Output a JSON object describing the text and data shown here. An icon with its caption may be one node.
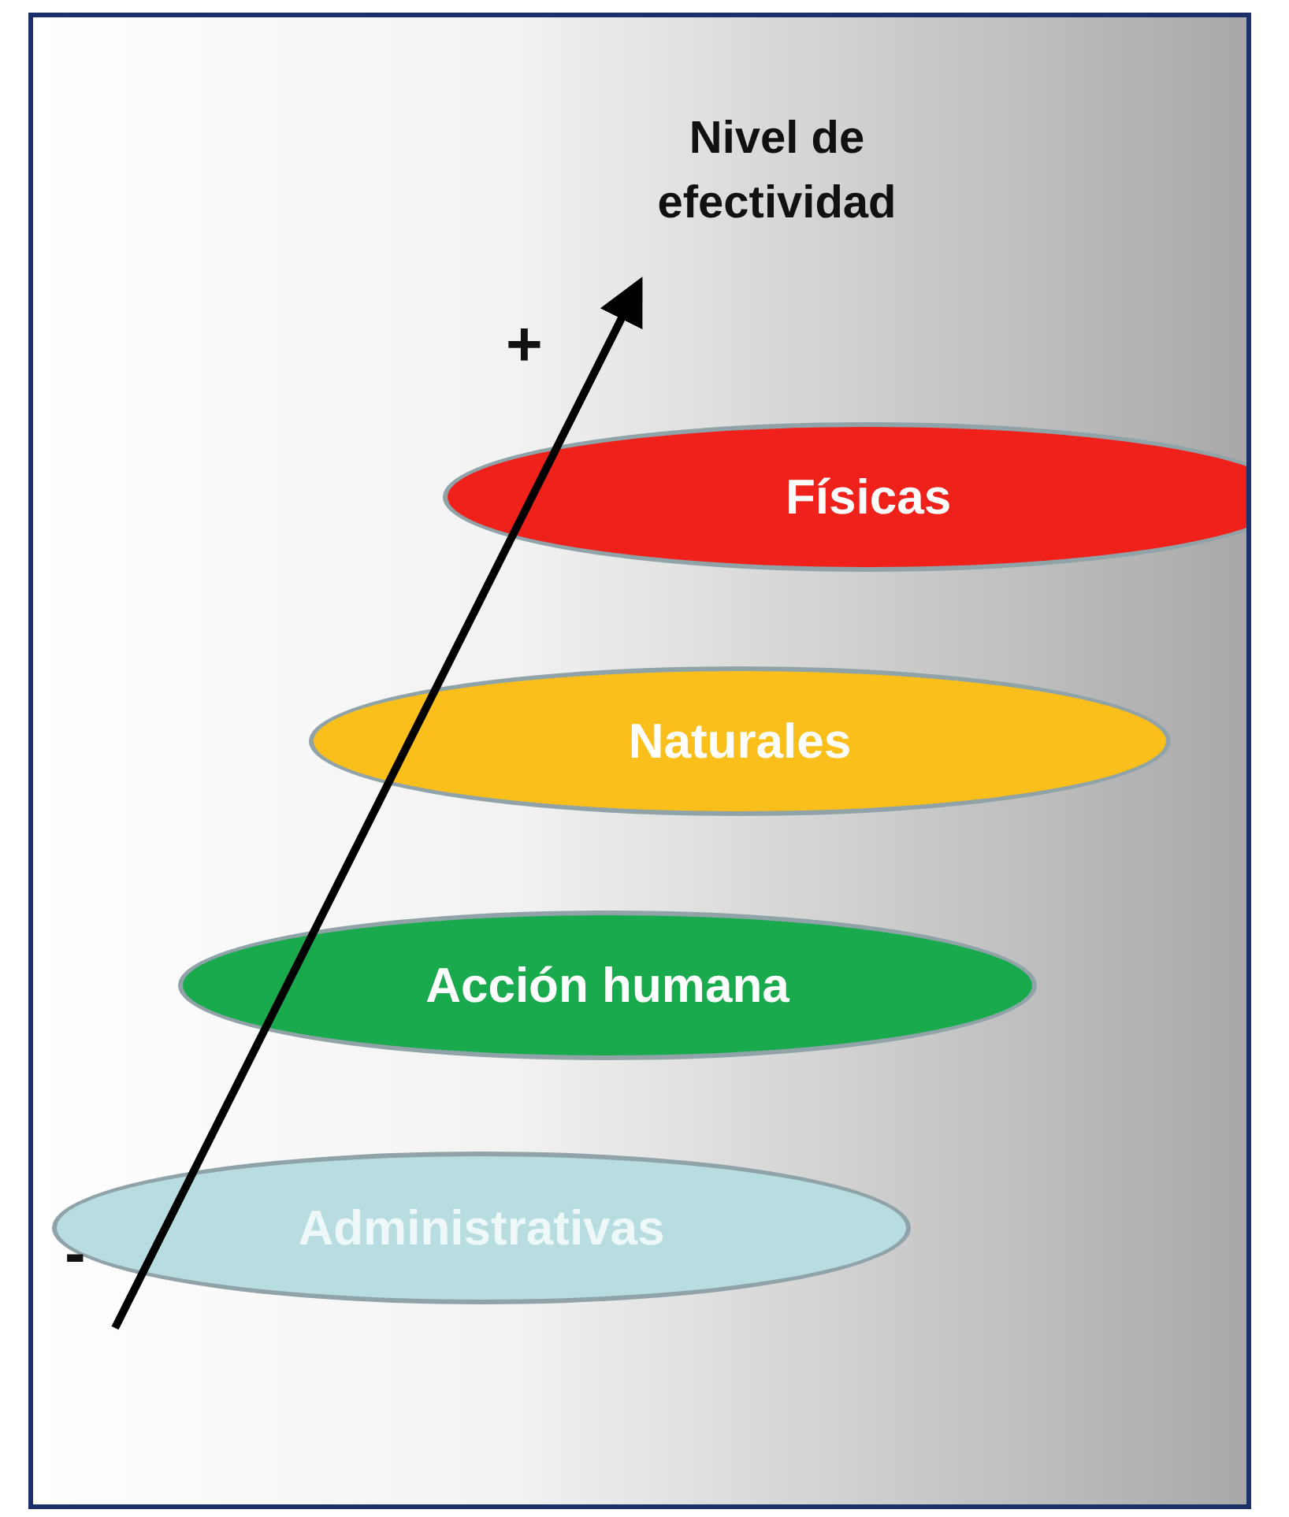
{
  "diagram": {
    "nodes": [
      {
        "text": [
          "Físicas"
        ]
      },
      {
        "text": [
          "Naturales"
        ]
      },
      {
        "text": [
          "Acción humana"
        ]
      },
      {
        "text": [
          "Administrativas"
        ]
      }
    ],
    "labels": [
      "Nivel de efectividad",
      "+",
      "-"
    ]
  }
}
